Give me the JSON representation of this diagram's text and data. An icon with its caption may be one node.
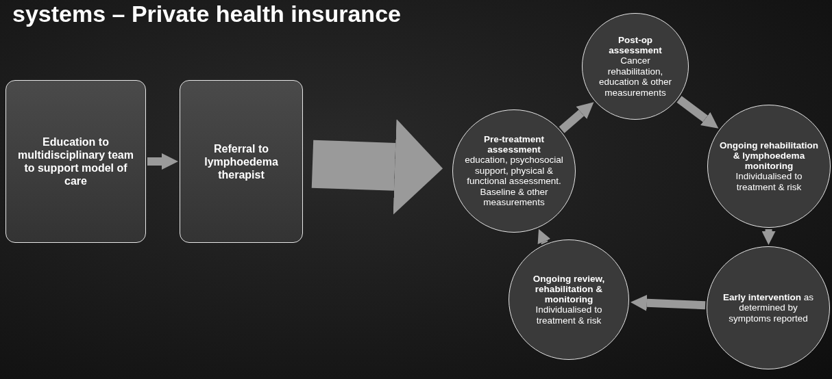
{
  "diagram": {
    "title": "systems – Private health insurance",
    "nodes": [
      {
        "text": [
          "Education to multidisciplinary team to support model of care"
        ]
      },
      {
        "text": [
          "Referral to lymphoedema therapist"
        ]
      },
      {
        "text": [
          "Pre-treatment assessment",
          "education, psychosocial support, physical & functional assessment. Baseline & other measurements"
        ]
      },
      {
        "text": [
          "Post-op assessment",
          "Cancer rehabilitation, education & other measurements"
        ]
      },
      {
        "text": [
          "Ongoing rehabilitation & lymphoedema monitoring",
          "Individualised to treatment & risk"
        ]
      },
      {
        "text": [
          "**Early intervention** as determined by symptoms reported"
        ]
      },
      {
        "text": [
          "Ongoing review, rehabilitation & monitoring",
          "Individualised to treatment & risk"
        ]
      }
    ],
    "edges": [
      {
        "from": 0,
        "to": 1,
        "arrow": "to"
      },
      {
        "from": 1,
        "to": 2,
        "arrow": "to",
        "style": "thick"
      },
      {
        "from": 2,
        "to": 3,
        "arrow": "to"
      },
      {
        "from": 3,
        "to": 4,
        "arrow": "to"
      },
      {
        "from": 4,
        "to": 5,
        "arrow": "to"
      },
      {
        "from": 5,
        "to": 6,
        "arrow": "to"
      },
      {
        "from": 6,
        "to": 2,
        "arrow": "to"
      }
    ]
  }
}
